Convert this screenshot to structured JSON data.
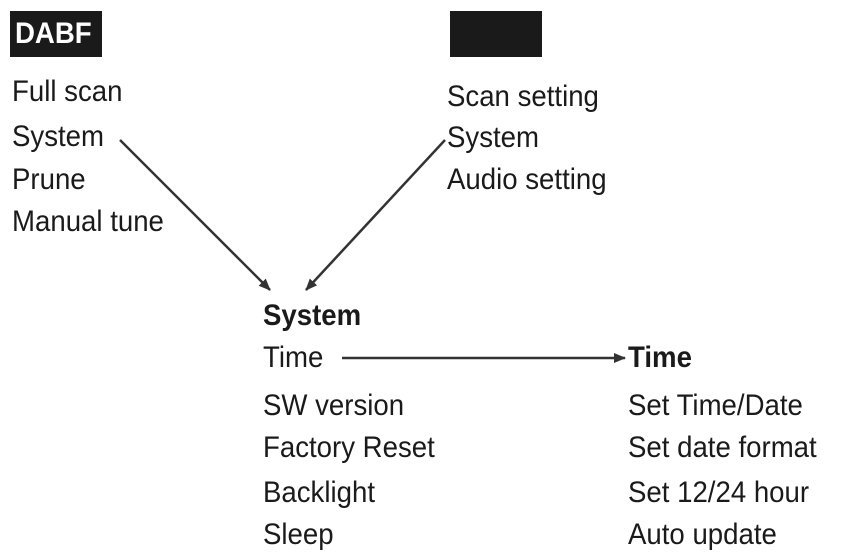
{
  "left_menu": {
    "header": "DABF",
    "items": [
      "Full scan",
      "System",
      "Prune",
      "Manual tune"
    ]
  },
  "right_menu": {
    "items": [
      "Scan setting",
      "System",
      "Audio setting"
    ]
  },
  "system_menu": {
    "title": "System",
    "items": [
      "Time",
      "SW version",
      "Factory Reset",
      "Backlight",
      "Sleep"
    ]
  },
  "time_menu": {
    "title": "Time",
    "items": [
      "Set Time/Date",
      "Set date format",
      "Set 12/24 hour",
      "Auto update"
    ]
  },
  "colors": {
    "ink": "#1a1a1a",
    "arrow": "#333333"
  }
}
